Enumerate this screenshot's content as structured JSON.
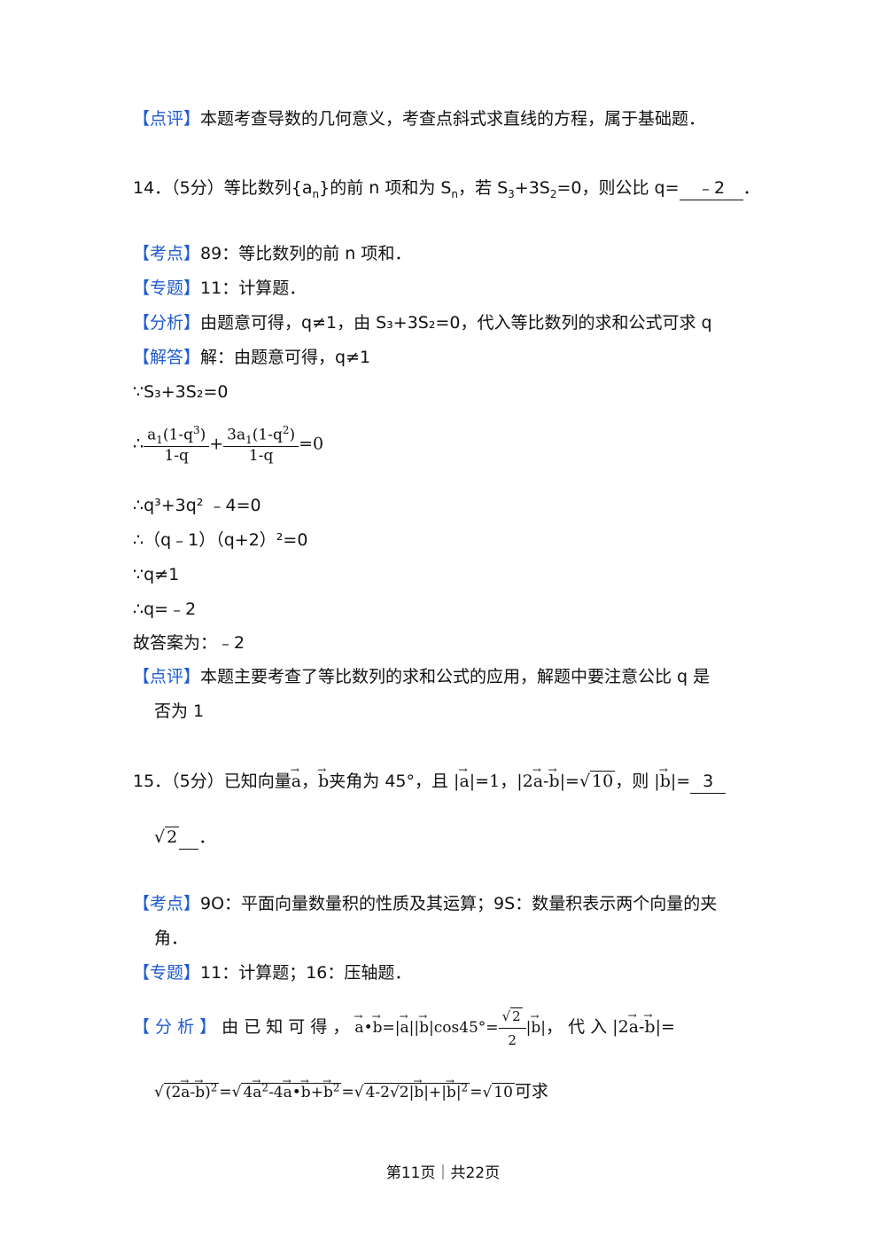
{
  "q13": {
    "comment_tag": "【点评】",
    "comment_text": "本题考查导数的几何意义，考查点斜式求直线的方程，属于基础题．"
  },
  "q14": {
    "stem_a": "14．（5分）等比数列{a",
    "stem_b": "}的前 n 项和为 S",
    "stem_c": "，若 S",
    "stem_d": "+3S",
    "stem_e": "=0，则公比 q=",
    "answer": "﹣2",
    "kaodian_tag": "【考点】",
    "kaodian_text": "89：等比数列的前 n 项和．",
    "zhuanti_tag": "【专题】",
    "zhuanti_text": "11：计算题．",
    "fenxi_tag": "【分析】",
    "fenxi_text": "由题意可得，q≠1，由 S₃+3S₂=0，代入等比数列的求和公式可求 q",
    "jieda_tag": "【解答】",
    "jieda_text": "解：由题意可得，q≠1",
    "step1": "∵S₃+3S₂=0",
    "step3": "∴q³+3q² ﹣4=0",
    "step4": "∴（q﹣1）（q+2）²=0",
    "step5": "∵q≠1",
    "step6": "∴q=﹣2",
    "final": "故答案为：﹣2",
    "dianping_tag": "【点评】",
    "dianping_text1": "本题主要考查了等比数列的求和公式的应用，解题中要注意公比 q 是",
    "dianping_text2": "否为 1"
  },
  "q15": {
    "stem_a": "15．（5分）已知向量",
    "stem_b": "夹角为 45°，且",
    "stem_c": "，则",
    "answer_a": "3",
    "answer_b": "2",
    "kaodian_tag": "【考点】",
    "kaodian_text1": "9O：平面向量数量积的性质及其运算；9S：数量积表示两个向量的夹",
    "kaodian_text2": "角．",
    "zhuanti_tag": "【专题】",
    "zhuanti_text": "11：计算题；16：压轴题．",
    "fenxi_tag": "【 分 析 】",
    "fenxi_text_a": "由 已 知 可 得 ，",
    "fenxi_text_b": "， 代 入",
    "tail": "可求"
  },
  "footer": "第11页｜共22页"
}
